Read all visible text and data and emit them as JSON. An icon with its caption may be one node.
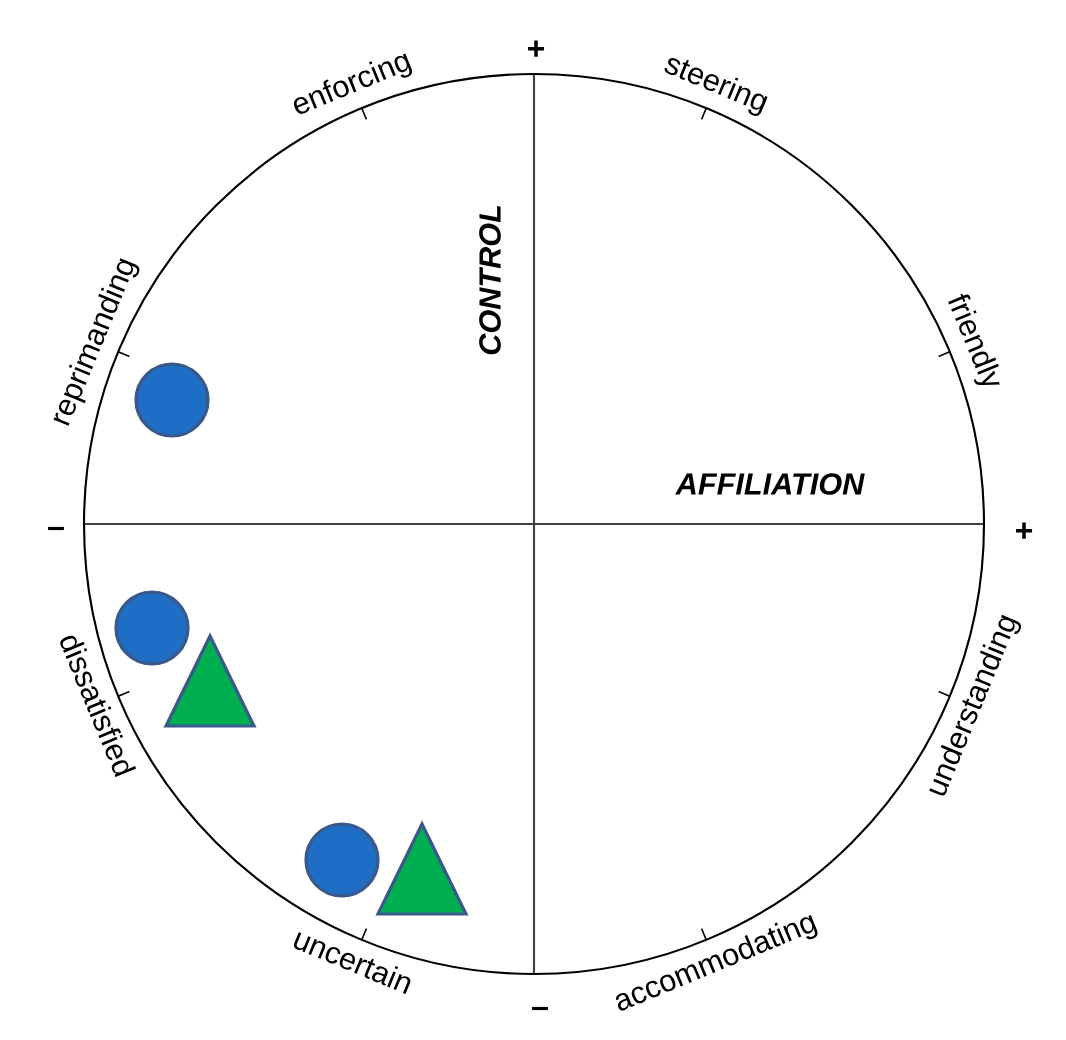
{
  "diagram": {
    "labels": [
      "+",
      "enforcing",
      "steering",
      "reprimanding",
      "CONTROL",
      "friendly",
      "AFFILIATION",
      "–",
      "+",
      "dissatisfied",
      "understanding",
      "uncertain",
      "–",
      "accommodating"
    ]
  }
}
